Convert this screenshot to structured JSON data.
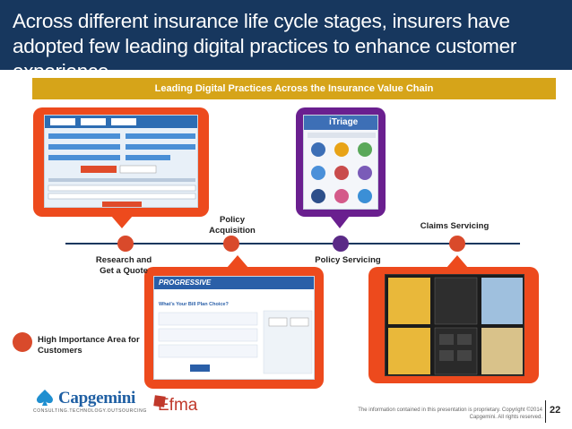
{
  "header": {
    "title": "Across different insurance life cycle stages, insurers have adopted few leading digital practices to enhance customer experience"
  },
  "banner": {
    "text": "Leading Digital Practices Across the Insurance Value Chain"
  },
  "stages": [
    {
      "label": "Research and Get a Quote"
    },
    {
      "label": "Policy Acquisition"
    },
    {
      "label": "Policy Servicing"
    },
    {
      "label": "Claims Servicing"
    }
  ],
  "screens": {
    "policy_servicing": {
      "app_name": "iTriage"
    },
    "policy_acquisition": {
      "brand": "PROGRESSIVE",
      "heading": "What's Your Bill Plan Choice?"
    }
  },
  "legend": {
    "label": "High Importance Area for Customers",
    "color": "#d94a2b"
  },
  "footer": {
    "capgemini": "Capgemini",
    "capgemini_tagline": "CONSULTING.TECHNOLOGY.OUTSOURCING",
    "efma": "Efma",
    "note": "The information contained in this presentation is proprietary. Copyright ©2014 Capgemini. All rights reserved.",
    "page": "22"
  },
  "colors": {
    "header_bg": "#17375e",
    "banner_bg": "#d6a419",
    "high_importance": "#ed4a1d",
    "standard": "#6a1f8f"
  }
}
